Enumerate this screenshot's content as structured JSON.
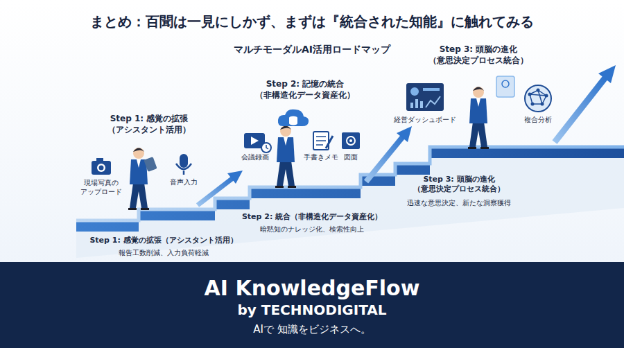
{
  "diagram": {
    "title": "まとめ：百聞は一見にしかず、まずは『統合された知能』に触れてみる",
    "nodes": [
      {
        "text": [
          "AI KnowledgeFlow",
          "by TECHNODIGITAL",
          "AIで 知識をビジネスへ。"
        ]
      }
    ],
    "labels": [
      "マルチモーダルAI活用ロードマップ",
      "Step 1: 感覚の拡張 （アシスタント活用）",
      "現場写真の アップロード",
      "音声入力",
      "Step 2: 記憶の統合 （非構造化データ資産化）",
      "会議録画",
      "手書きメモ",
      "図面",
      "Step 3: 頭脳の進化 （意思決定プロセス統合）",
      "経営ダッシュボード",
      "複合分析",
      "Step 1: 感覚の拡張（アシスタント活用）",
      "報告工数削減、入力負荷軽減",
      "Step 2: 統合（非構造化データ資産化）",
      "暗黙知のナレッジ化、検索性向上",
      "Step 3: 頭脳の進化 （意思決定プロセス統合）",
      "迅速な意思決定、新たな洞察獲得"
    ]
  }
}
